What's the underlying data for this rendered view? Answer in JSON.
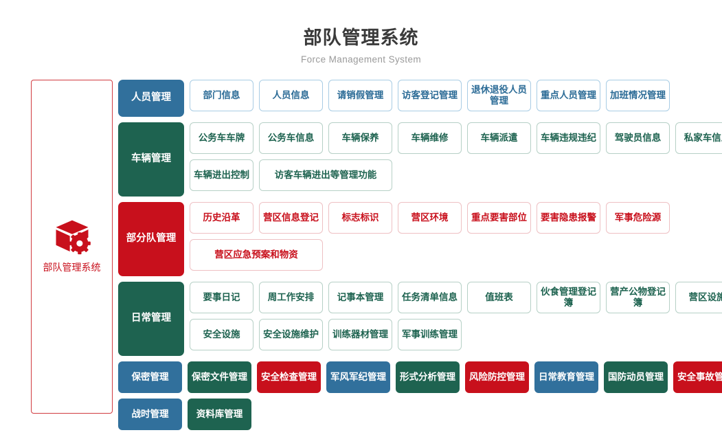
{
  "header": {
    "title": "部队管理系统",
    "subtitle": "Force Management System"
  },
  "system_box": {
    "icon": "cube-gear-icon",
    "label": "部队管理系统",
    "border_color": "#d03a3f",
    "text_color": "#c8101c"
  },
  "colors": {
    "blue": "#31709c",
    "green": "#1e6350",
    "red": "#c8101c",
    "blue_border": "#a8cce4",
    "green_border": "#b6d0c6",
    "red_border": "#eec0c3"
  },
  "categories": [
    {
      "name": "人员管理",
      "color": "blue",
      "items": [
        {
          "label": "部门信息",
          "wide": false
        },
        {
          "label": "人员信息",
          "wide": false
        },
        {
          "label": "请销假管理",
          "wide": false
        },
        {
          "label": "访客登记管理",
          "wide": false
        },
        {
          "label": "退休退役人员管理",
          "wide": false
        },
        {
          "label": "重点人员管理",
          "wide": false
        },
        {
          "label": "加班情况管理",
          "wide": false
        }
      ]
    },
    {
      "name": "车辆管理",
      "color": "green",
      "items": [
        {
          "label": "公务车车牌",
          "wide": false
        },
        {
          "label": "公务车信息",
          "wide": false
        },
        {
          "label": "车辆保养",
          "wide": false
        },
        {
          "label": "车辆维修",
          "wide": false
        },
        {
          "label": "车辆派遣",
          "wide": false
        },
        {
          "label": "车辆违规违纪",
          "wide": false
        },
        {
          "label": "驾驶员信息",
          "wide": false
        },
        {
          "label": "私家车信息",
          "wide": false
        },
        {
          "label": "车辆进出控制",
          "wide": false
        },
        {
          "label": "访客车辆进出等管理功能",
          "wide": true
        }
      ]
    },
    {
      "name": "部分队管理",
      "color": "red",
      "items": [
        {
          "label": "历史沿革",
          "wide": false
        },
        {
          "label": "营区信息登记",
          "wide": false
        },
        {
          "label": "标志标识",
          "wide": false
        },
        {
          "label": "营区环境",
          "wide": false
        },
        {
          "label": "重点要害部位",
          "wide": false
        },
        {
          "label": "要害隐患报警",
          "wide": false
        },
        {
          "label": "军事危险源",
          "wide": false
        },
        {
          "label": "营区应急预案和物资",
          "wide": true
        }
      ]
    },
    {
      "name": "日常管理",
      "color": "green",
      "items": [
        {
          "label": "要事日记",
          "wide": false
        },
        {
          "label": "周工作安排",
          "wide": false
        },
        {
          "label": "记事本管理",
          "wide": false
        },
        {
          "label": "任务清单信息",
          "wide": false
        },
        {
          "label": "值班表",
          "wide": false
        },
        {
          "label": "伙食管理登记簿",
          "wide": false
        },
        {
          "label": "营产公物登记簿",
          "wide": false
        },
        {
          "label": "营区设施",
          "wide": false
        },
        {
          "label": "安全设施",
          "wide": false
        },
        {
          "label": "安全设施维护",
          "wide": false
        },
        {
          "label": "训练器材管理",
          "wide": false
        },
        {
          "label": "军事训练管理",
          "wide": false
        }
      ]
    }
  ],
  "solid_tiles": [
    {
      "label": "保密管理",
      "color": "blue"
    },
    {
      "label": "保密文件管理",
      "color": "green"
    },
    {
      "label": "安全检查管理",
      "color": "red"
    },
    {
      "label": "军风军纪管理",
      "color": "blue"
    },
    {
      "label": "形式分析管理",
      "color": "green"
    },
    {
      "label": "风险防控管理",
      "color": "red"
    },
    {
      "label": "日常教育管理",
      "color": "blue"
    },
    {
      "label": "国防动员管理",
      "color": "green"
    },
    {
      "label": "安全事故管理",
      "color": "red"
    },
    {
      "label": "战时管理",
      "color": "blue"
    },
    {
      "label": "资料库管理",
      "color": "green"
    }
  ]
}
